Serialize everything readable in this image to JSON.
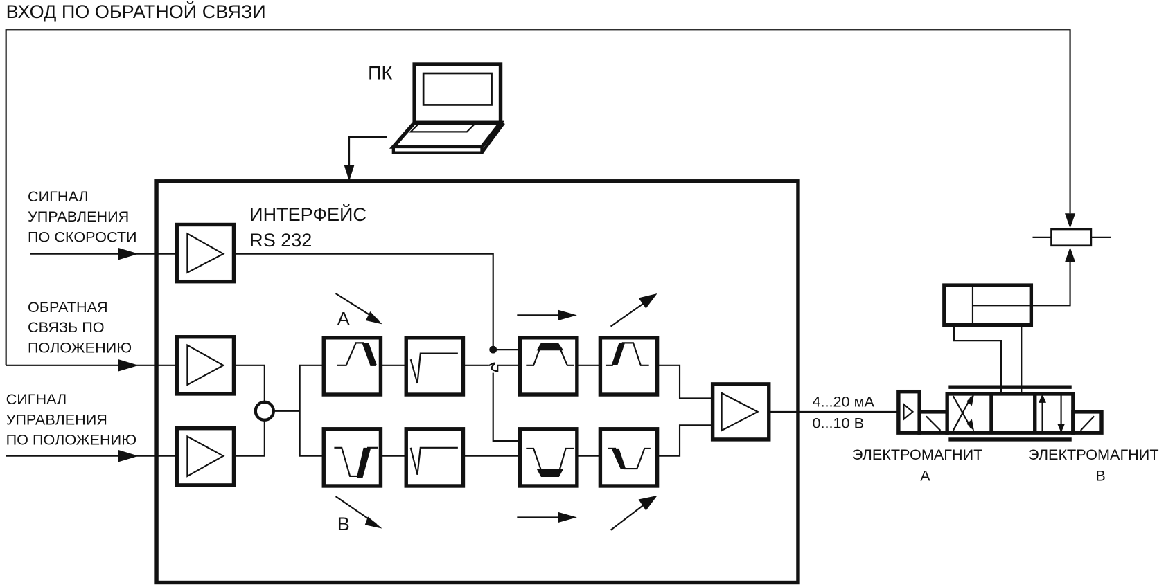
{
  "title": "ВХОД ПО ОБРАТНОЙ СВЯЗИ",
  "pc_label": "ПК",
  "interface": {
    "line1": "ИНТЕРФЕЙС",
    "line2": "RS 232"
  },
  "inputs": {
    "speed_signal": [
      "СИГНАЛ",
      "УПРАВЛЕНИЯ",
      "ПО СКОРОСТИ"
    ],
    "position_feedback": [
      "ОБРАТНАЯ",
      "СВЯЗЬ ПО",
      "ПОЛОЖЕНИЮ"
    ],
    "position_signal": [
      "СИГНАЛ",
      "УПРАВЛЕНИЯ",
      "ПО ПОЛОЖЕНИЮ"
    ]
  },
  "channel_labels": {
    "a": "A",
    "b": "B"
  },
  "output": {
    "current": "4...20 мА",
    "voltage": "0...10 В"
  },
  "solenoids": {
    "a": [
      "ЭЛЕКТРОМАГНИТ",
      "A"
    ],
    "b": [
      "ЭЛЕКТРОМАГНИТ",
      "B"
    ]
  }
}
